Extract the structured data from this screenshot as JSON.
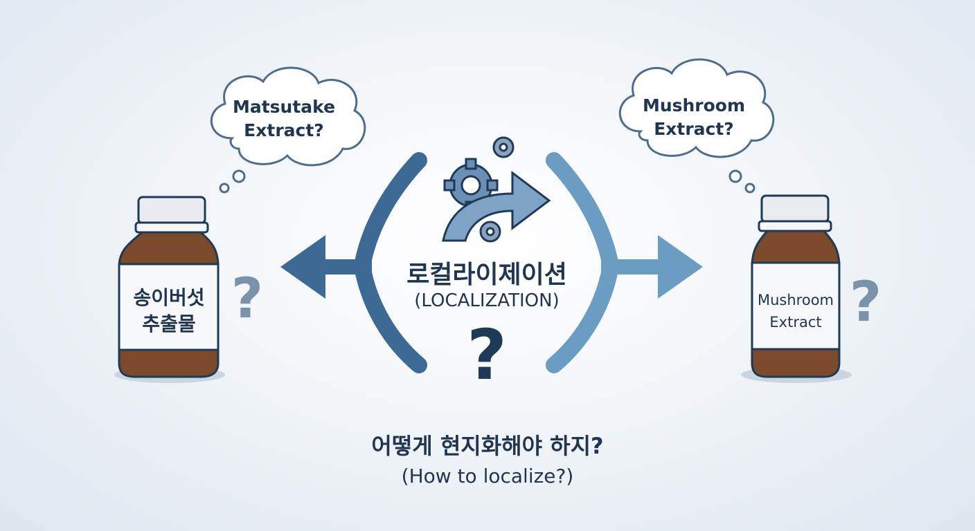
{
  "left": {
    "thought": [
      "Matsutake",
      "Extract?"
    ],
    "bottle_label": [
      "송이버섯",
      "추출물"
    ],
    "question_mark": "?"
  },
  "right": {
    "thought": [
      "Mushroom",
      "Extract?"
    ],
    "bottle_label": [
      "Mushroom",
      "Extract"
    ],
    "question_mark": "?"
  },
  "center": {
    "title_ko": "로컬라이제이션",
    "title_en": "(LOCALIZATION)",
    "question_mark": "?",
    "icon": "gears-arrow-icon"
  },
  "bottom": {
    "question_ko": "어떻게 현지화해야 하지?",
    "question_en": "(How to localize?)"
  },
  "colors": {
    "dark_blue": "#3d6a94",
    "light_blue": "#6b9cc2",
    "bottle_brown": "#7a4a2a",
    "text": "#1f3550",
    "question_grey": "#7b92ab"
  }
}
